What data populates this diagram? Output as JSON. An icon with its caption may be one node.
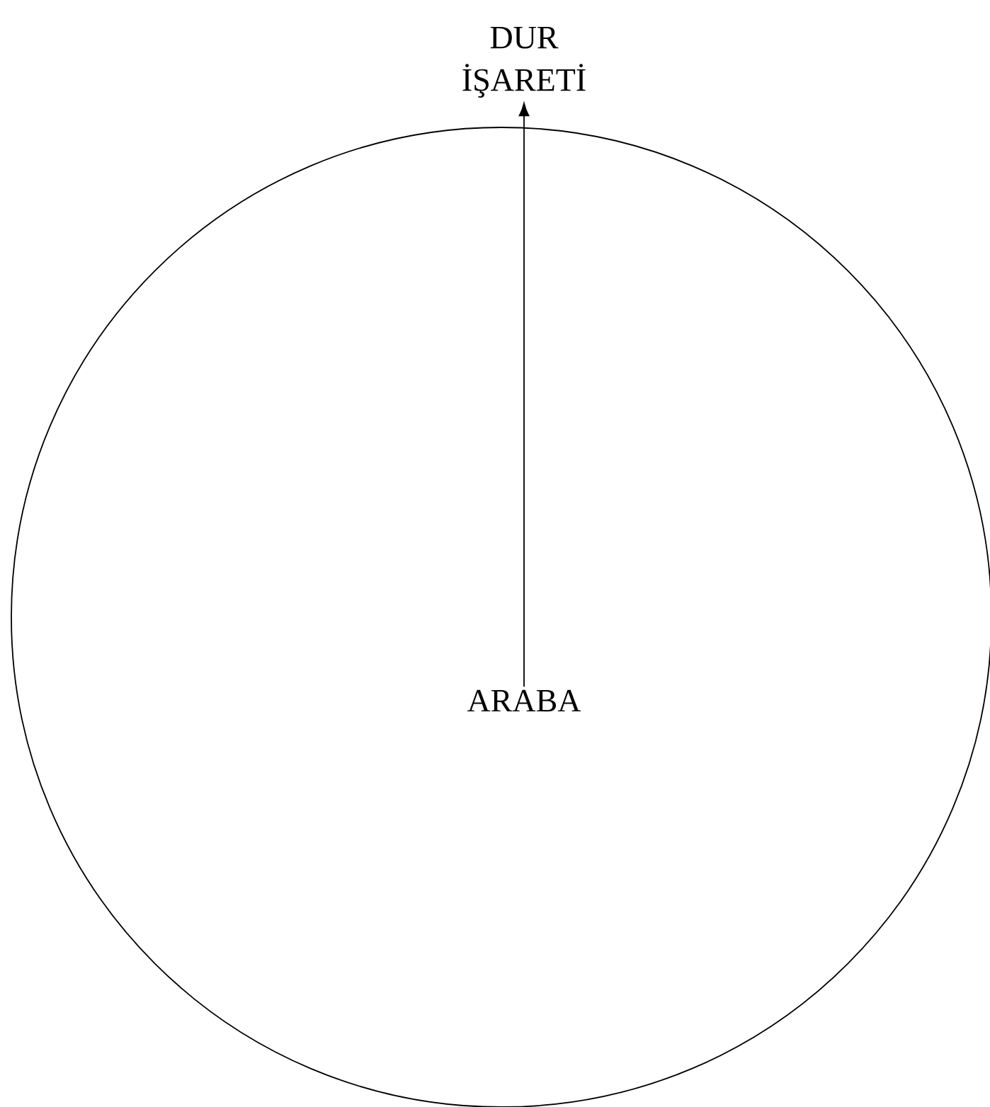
{
  "diagram": {
    "nodes": [
      {
        "text": [
          "DUR İŞARETİ"
        ]
      },
      {
        "text": [],
        "shape": "circle"
      },
      {
        "text": [
          "ARABA"
        ],
        "in": 1
      }
    ],
    "edges": [
      {
        "from": 2,
        "to": 0,
        "arrow": "to"
      }
    ]
  }
}
